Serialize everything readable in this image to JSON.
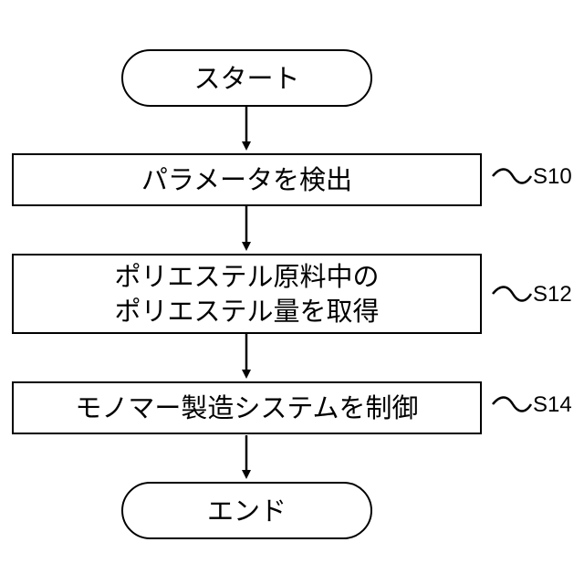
{
  "flowchart": {
    "start": {
      "label": "スタート"
    },
    "steps": [
      {
        "id": "S10",
        "lines": [
          "パラメータを検出"
        ]
      },
      {
        "id": "S12",
        "lines": [
          "ポリエステル原料中の",
          "ポリエステル量を取得"
        ]
      },
      {
        "id": "S14",
        "lines": [
          "モノマー製造システムを制御"
        ]
      }
    ],
    "end": {
      "label": "エンド"
    },
    "colors": {
      "stroke": "#000000",
      "background": "#ffffff"
    }
  }
}
